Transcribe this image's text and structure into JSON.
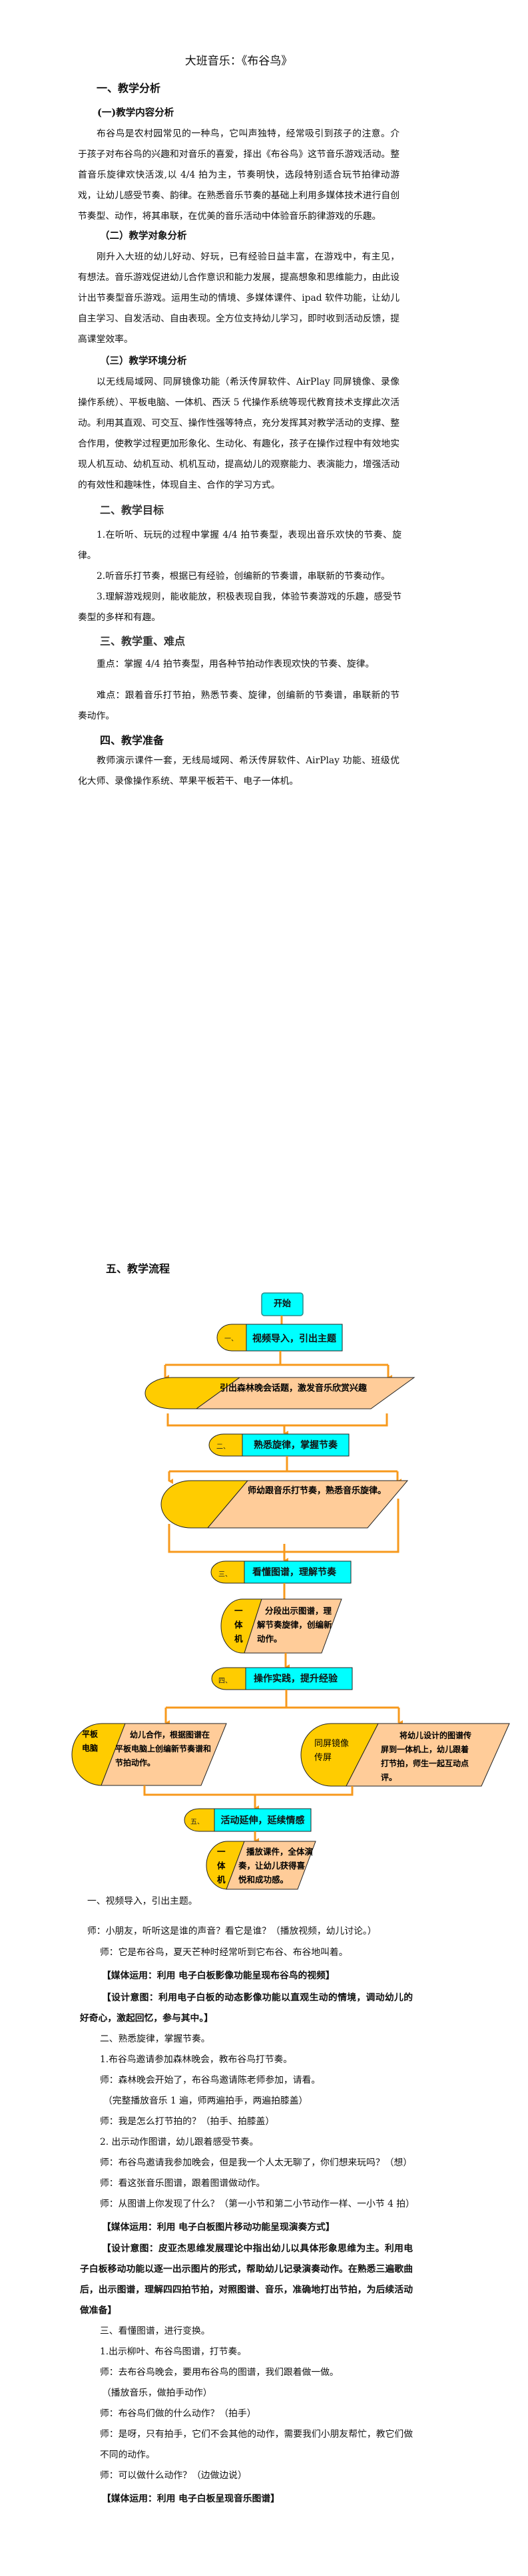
{
  "title": "大班音乐：《布谷鸟》",
  "s1": {
    "heading": "一、教学分析",
    "sub1": "(一)教学内容分析",
    "p1": "布谷鸟是农村园常见的一种鸟，它叫声独特，经常吸引到孩子的注意。介于孩子对布谷鸟的兴趣和对音乐的喜爱，择出《布谷鸟》这节音乐游戏活动。整首音乐旋律欢快活泼,以 4/4 拍为主，节奏明快，选段特别适合玩节拍律动游戏，让幼儿感受节奏、韵律。在熟悉音乐节奏的基础上利用多媒体技术进行自创节奏型、动作，将其串联，在优美的音乐活动中体验音乐韵律游戏的乐趣。",
    "sub2": "（二）教学对象分析",
    "p2": "刚升入大班的幼儿好动、好玩，已有经验日益丰富，在游戏中，有主见，有想法。音乐游戏促进幼儿合作意识和能力发展，提高想象和思维能力，由此设计出节奏型音乐游戏。运用生动的情境、多媒体课件、ipad 软件功能，让幼儿自主学习、自发活动、自由表现。全方位支持幼儿学习，即时收到活动反馈，提高课堂效率。",
    "sub3": "（三）教学环境分析",
    "p3": "以无线局域网、同屏镜像功能（希沃传屏软件、AirPlay 同屏镜像、录像操作系统）、平板电脑、一体机、西沃 5 代操作系统等现代教育技术支撑此次活动。利用其直观、可交互、操作性强等特点，充分发挥其对教学活动的支撑、整合作用，使教学过程更加形象化、生动化、有趣化，孩子在操作过程中有效地实现人机互动、幼机互动、机机互动，提高幼儿的观察能力、表演能力，增强活动的有效性和趣味性，体现自主、合作的学习方式。"
  },
  "s2": {
    "heading": "二、教学目标",
    "goals": [
      "1.在听听、玩玩的过程中掌握 4/4 拍节奏型，表现出音乐欢快的节奏、旋律。",
      "2.听音乐打节奏，根据已有经验，创编新的节奏谱，串联新的节奏动作。",
      "3.理解游戏规则，能收能放，积极表现自我，体验节奏游戏的乐趣，感受节奏型的多样和有趣。"
    ]
  },
  "s3": {
    "heading": "三、教学重、难点",
    "key": "重点：掌握 4/4 拍节奏型，用各种节拍动作表现欢快的节奏、旋律。",
    "difficulty": "难点：跟着音乐打节拍，熟悉节奏、旋律，创编新的节奏谱，串联新的节奏动作。"
  },
  "s4": {
    "heading": "四、教学准备",
    "p": "教师演示课件一套，无线局域网、希沃传屏软件、AirPlay 功能、班级优化大师、录像操作系统、苹果平板若干、电子一体机。"
  },
  "s5": {
    "heading": "五、教学流程",
    "flow": {
      "start": "开始",
      "steps": [
        {
          "num": "一、",
          "label": "视频导入，引出主题"
        },
        {
          "num": "二、",
          "label": "熟悉旋律，掌握节奏"
        },
        {
          "num": "三、",
          "label": "看懂图谱，理解节奏"
        },
        {
          "num": "四、",
          "label": "操作实践，提升经验"
        },
        {
          "num": "五、",
          "label": "活动延伸，延续情感"
        }
      ],
      "activities": {
        "a1": "引出森林晚会话题，激发音乐欣赏兴趣",
        "a2": "师幼跟音乐打节奏，熟悉音乐旋律。",
        "a3_tool": [
          "一",
          "体",
          "机"
        ],
        "a3": "分段出示图谱，理解节奏旋律，创编新动作。",
        "a4_tool": "平板电脑",
        "a4": "幼儿合作，根据图谱在平板电脑上创编新节奏谱和节拍动作。",
        "a5_tool": "同屏镜像传屏",
        "a5": "将幼儿设计的图谱传屏到一体机上，幼儿跟着打节拍，师生一起互动点评。",
        "a6_tool": [
          "一",
          "体",
          "机"
        ],
        "a6": "播放课件，全体演奏，让幼儿获得喜悦和成功感。"
      },
      "colors": {
        "step_box": "#00ffff",
        "tag": "#ffcc00",
        "activity": "#ffcc99",
        "connector": "#f7991c"
      }
    }
  },
  "process": {
    "l1": "一、视频导入，引出主题。",
    "l2": "师：小朋友，听听这是谁的声音？看它是谁？（播放视频，幼儿讨论。）",
    "l3": "师：它是布谷鸟，夏天芒种时经常听到它布谷、布谷地叫着。",
    "l4": "【媒体运用：利用 电子白板影像功能呈现布谷鸟的视频】",
    "l5": "【设计意图：利用电子白板的动态影像功能以直观生动的情境，调动幼儿的好奇心，激起回忆，参与其中。】",
    "l6": "二、熟悉旋律，掌握节奏。",
    "l7": "1.布谷鸟邀请参加森林晚会，教布谷鸟打节奏。",
    "l8": "师：森林晚会开始了，布谷鸟邀请陈老师参加，请看。",
    "l9": "（完整播放音乐 1 遍，师两遍拍手，两遍拍膝盖）",
    "l10": "师：我是怎么打节拍的？（拍手、拍膝盖）",
    "l11": "2. 出示动作图谱，幼儿跟着感受节奏。",
    "l12": "师：布谷鸟邀请我参加晚会，但是我一个人太无聊了，你们想来玩吗？（想）",
    "l13": "师：看这张音乐图谱，跟着图谱做动作。",
    "l14": "师：从图谱上你发现了什么？（第一小节和第二小节动作一样、一小节 4 拍）",
    "l15": "【媒体运用：利用 电子白板图片移动功能呈现演奏方式】",
    "l16": "【设计意图：皮亚杰思维发展理论中指出幼儿以具体形象思维为主。利用电子白板移动功能以逐一出示图片的形式，帮助幼儿记录演奏动作。在熟悉三遍歌曲后，出示图谱，理解四四拍节拍，对照图谱、音乐，准确地打出节拍，为后续活动做准备】",
    "l17": "三、看懂图谱，进行变换。",
    "l18": "1.出示柳叶、布谷鸟图谱，打节奏。",
    "l19": "师：去布谷鸟晚会，要用布谷鸟的图谱，我们跟着做一做。",
    "l20": "（播放音乐，做拍手动作）",
    "l21": "师：布谷鸟们做的什么动作？（拍手）",
    "l22": "师：是呀，只有拍手，它们不会其他的动作，需要我们小朋友帮忙，教它们做不同的动作。",
    "l23": "师：可以做什么动作？（边做边说）",
    "l24": "【媒体运用：利用 电子白板呈现音乐图谱】"
  }
}
